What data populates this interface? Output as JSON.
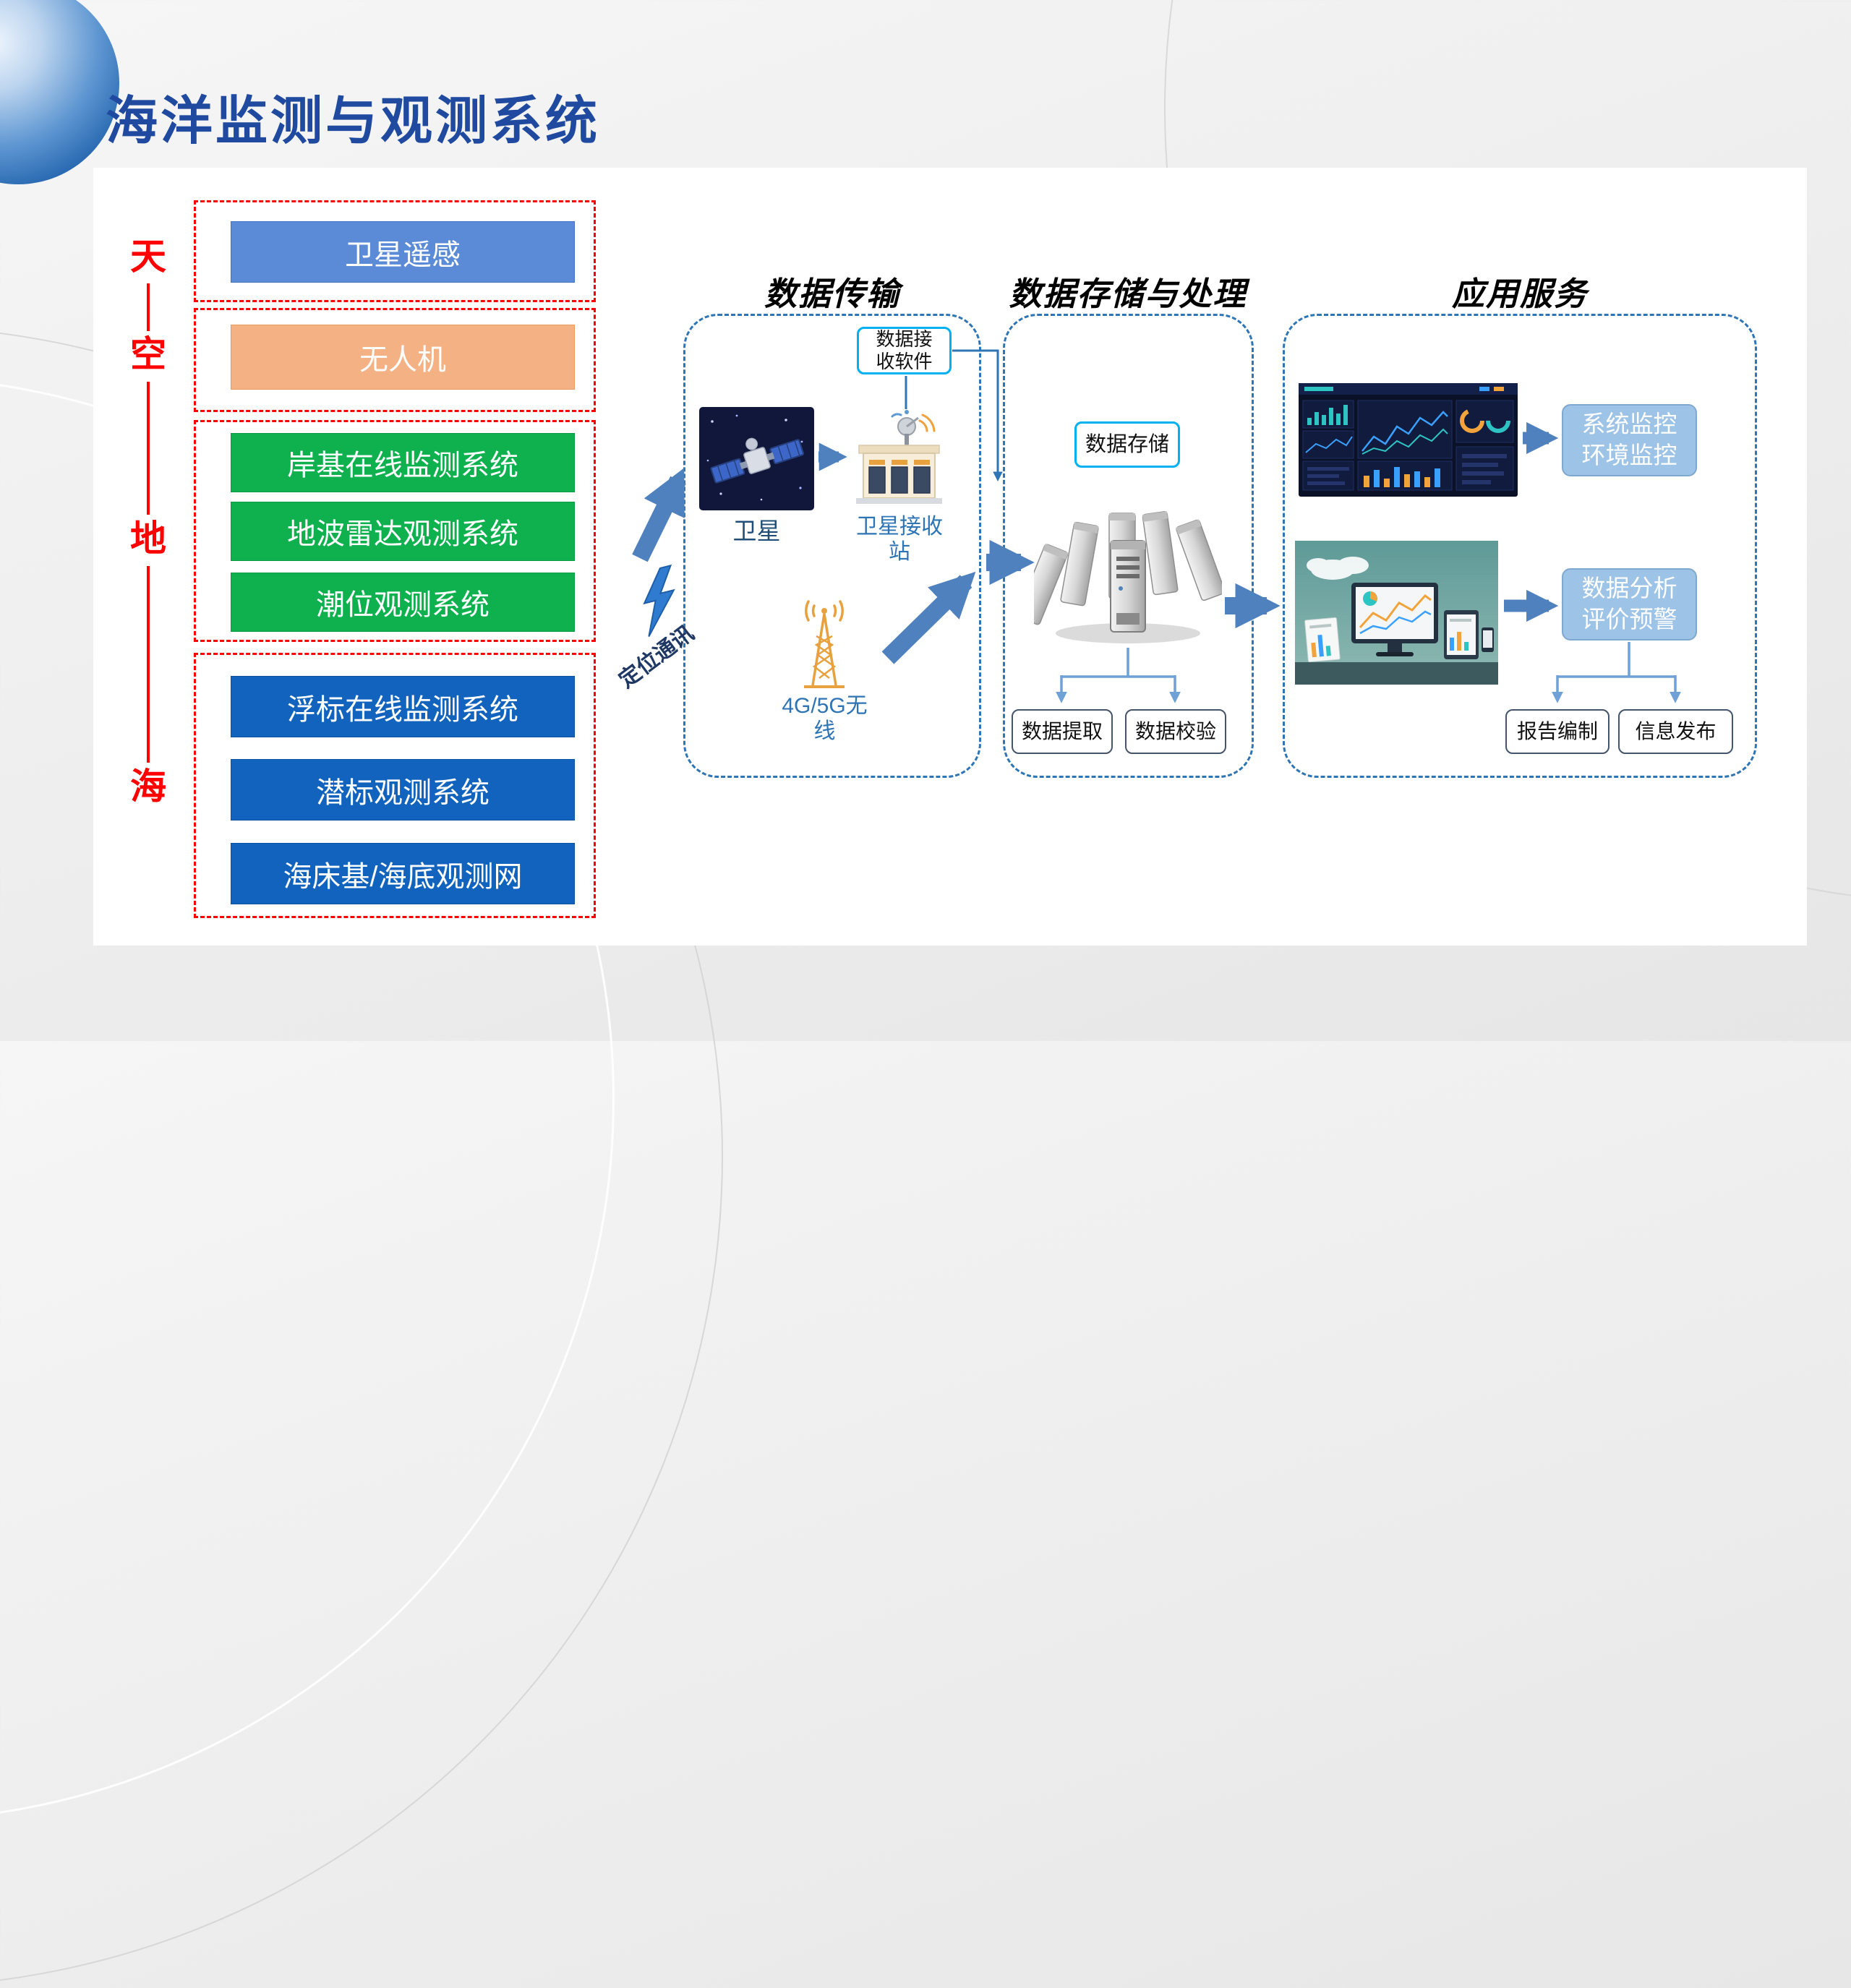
{
  "title": "海洋监测与观测系统",
  "left_panel": {
    "axis": {
      "sky": "天",
      "air": "空",
      "land": "地",
      "sea": "海"
    },
    "boxes": [
      {
        "label": "卫星遥感"
      },
      {
        "label": "无人机"
      },
      {
        "label": "岸基在线监测系统"
      },
      {
        "label": "地波雷达观测系统"
      },
      {
        "label": "潮位观测系统"
      },
      {
        "label": "浮标在线监测系统"
      },
      {
        "label": "潜标观测系统"
      },
      {
        "label": "海床基/海底观测网"
      }
    ]
  },
  "transmission": {
    "title": "数据传输",
    "receiver_software": "数据接\n收软件",
    "satellite": "卫星",
    "station": "卫星接收\n站",
    "wireless": "4G/5G无\n线",
    "positioning": "定位通讯"
  },
  "storage": {
    "title": "数据存储与处理",
    "store": "数据存储",
    "extract": "数据提取",
    "verify": "数据校验"
  },
  "application": {
    "title": "应用服务",
    "monitoring": "系统监控\n环境监控",
    "analysis": "数据分析\n评价预警",
    "report": "报告编制",
    "publish": "信息发布"
  },
  "colors": {
    "title_blue": "#1F4AA0",
    "group_dashed_red": "#FF0000",
    "section_dashed_blue": "#2E75B6",
    "box_satellite_blue": "#5B8BD6",
    "box_uav_orange": "#F4B183",
    "box_green": "#0FB14F",
    "box_deep_blue": "#1263BE",
    "chip_cyan_border": "#00B0F0",
    "service_box_fill": "#9DC3E6",
    "arrow_blue": "#4E81BD"
  }
}
